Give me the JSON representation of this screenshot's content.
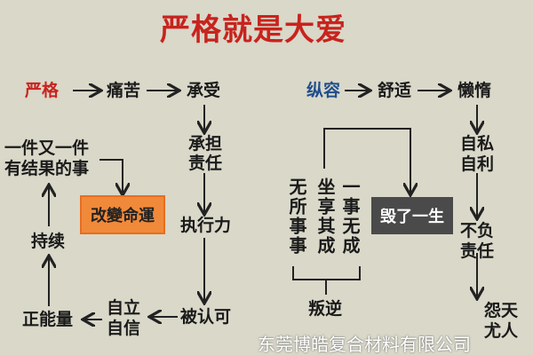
{
  "title": "严格就是大爱",
  "left": {
    "start": "严格",
    "n1": "痛苦",
    "n2": "承受",
    "n3a": "承担",
    "n3b": "责任",
    "n4": "执行力",
    "n5": "被认可",
    "n6a": "自立",
    "n6b": "自信",
    "n7": "正能量",
    "n8": "持续",
    "n9a": "一件又一件",
    "n9b": "有结果的事",
    "result": "改變命運"
  },
  "right": {
    "start": "纵容",
    "n1": "舒适",
    "n2": "懒惰",
    "n3a": "自私",
    "n3b": "自利",
    "n4a": "不负",
    "n4b": "责任",
    "n5a": "怨天",
    "n5b": "尤人",
    "c1": "无所事事",
    "c2": "坐享其成",
    "c3": "一事无成",
    "n6": "叛逆",
    "result": "毁了一生"
  },
  "watermark": "东莞博皓复合材料有限公司",
  "colors": {
    "background": "#d9d8c9",
    "accent_red": "#c8231e",
    "accent_blue": "#1f4e8c",
    "result_good": "#f08a3a",
    "result_bad": "#4a4a4a"
  }
}
